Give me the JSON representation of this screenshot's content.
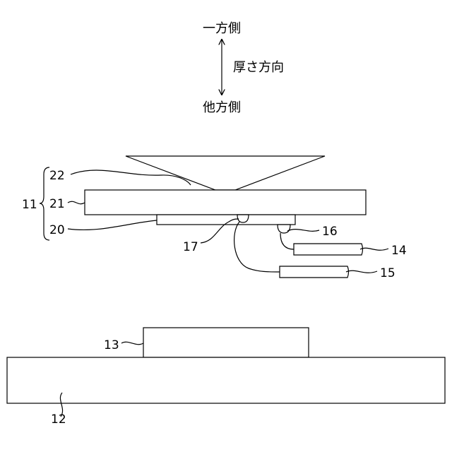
{
  "direction": {
    "top_label": "一方側",
    "bottom_label": "他方側",
    "axis_label": "厚さ方向"
  },
  "labels": {
    "group": "11",
    "base": "12",
    "block": "13",
    "lead_14": "14",
    "lead_15": "15",
    "joint_16": "16",
    "joint_17": "17",
    "layer_20": "20",
    "layer_21": "21",
    "layer_22": "22"
  }
}
